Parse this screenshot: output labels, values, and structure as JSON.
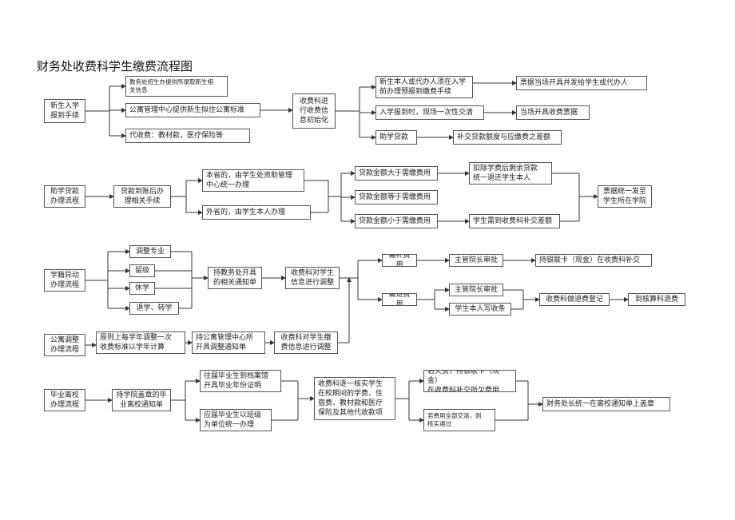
{
  "title": "财务处收费科学生缴费流程图",
  "boxes": {
    "b1_start": "新生入学\n报到手续",
    "b1_a1": "教务处招生办提供所录取新生相\n关信息",
    "b1_a2": "公寓管理中心提供新生拟住公寓标准",
    "b1_a3": "代收费：教材款，医疗保险等",
    "b1_mid": "收费科进\n行收费信\n息初始化",
    "b1_r1": "新生本人或代办人须在入学\n前办理预报到缴费手续",
    "b1_r1b": "票据当场开具并发给学生或代办人",
    "b1_r2": "入学报到时，现场一次性交清",
    "b1_r2b": "当场开具收费票据",
    "b1_r3": "助学贷款",
    "b1_r3b": "补交贷款额度与应缴费之差额",
    "b2_start": "助学贷款\n办理流程",
    "b2_a": "贷款到账后办\n理相关手续",
    "b2_b1": "本省的，由学生处资助管理\n中心统一办理",
    "b2_b2": "外省的，由学生本人办理",
    "b2_c1": "贷款金额大于需缴费用",
    "b2_c1b": "扣除学费后剩余贷款\n统一退还学生本人",
    "b2_c2": "贷款金额等于需缴费用",
    "b2_c3": "贷款金额小于需缴费用",
    "b2_c3b": "学生需到收费科补交差额",
    "b2_end": "票据统一发至\n学生所在学院",
    "b3_start": "学籍异动\n办理流程",
    "b3_o1": "调整专业",
    "b3_o2": "留级",
    "b3_o3": "休学",
    "b3_o4": "退学、转学",
    "b3_a": "持教务处开具\n的相关通知单",
    "b3_b": "收费科对学生\n信息进行调整",
    "b3_n1": "需补费用",
    "b3_n1a": "主管院长审批",
    "b3_n1b": "持银联卡（现金）在收费科补交",
    "b3_n2": "需退费用",
    "b3_n2a": "主管院长审批",
    "b3_n2b": "学生本人写收条",
    "b3_n2c": "收费科做退费登记",
    "b3_n2d": "到核算科退费",
    "b4_start": "公寓调整\n办理流程",
    "b4_a": "原则上每学年调整一次\n收费标准以学年计算",
    "b4_b": "持公寓管理中心所\n开具调整通知单",
    "b4_c": "收费科对学生缴\n费信息进行调整",
    "b5_start": "毕业离校\n办理流程",
    "b5_a": "持学院盖章的毕\n业离校通知单",
    "b5_b1": "往届毕业生到档案馆\n开具毕业年份证明",
    "b5_b2": "应届毕业生以班级\n为单位统一办理",
    "b5_c": "收费科逐一核实学生\n在校期间的学费、住\n宿费、教材款和医疗\n保险及其他代收款项",
    "b5_d1": "若欠费，持银联卡（现金）\n在收费科补交所欠费用",
    "b5_d2": "若费用全部交清，则\n核实通过",
    "b5_end": "财务处长统一在离校通知单上盖章"
  }
}
